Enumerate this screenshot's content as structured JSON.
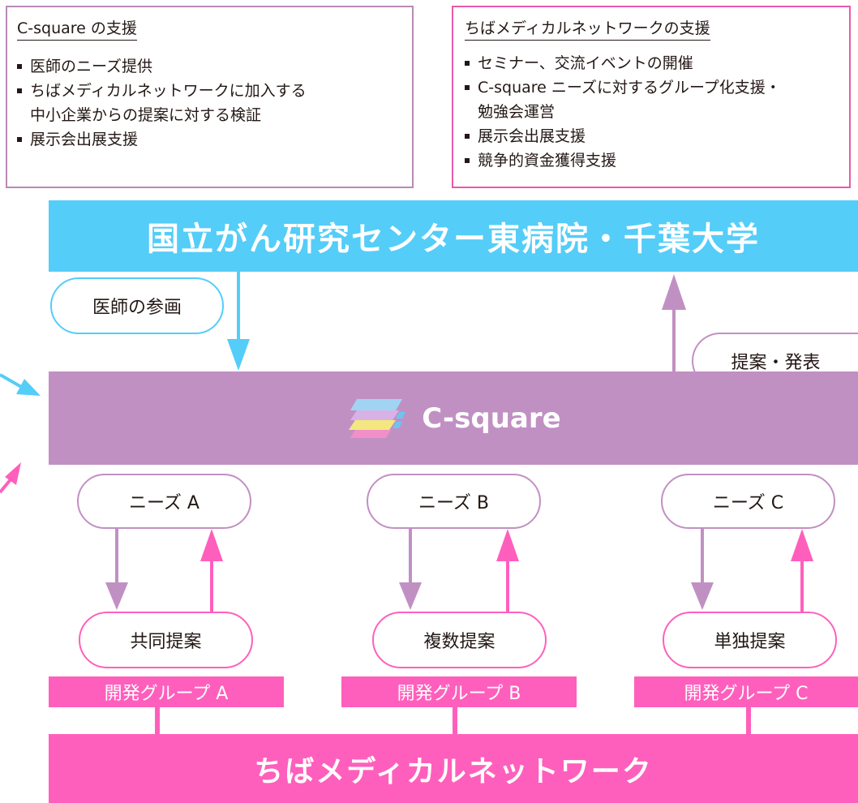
{
  "support_csquare": {
    "title": "C-square の支援",
    "items": [
      "医師のニーズ提供",
      "ちばメディカルネットワークに加入する\n中小企業からの提案に対する検証",
      "展示会出展支援"
    ]
  },
  "support_chiba": {
    "title": "ちばメディカルネットワークの支援",
    "items": [
      "セミナー、交流イベントの開催",
      "C-square ニーズに対するグループ化支援・\n勉強会運営",
      "展示会出展支援",
      "競争的資金獲得支援"
    ]
  },
  "institutions": "国立がん研究センター東病院・千葉大学",
  "doctor_participation": "医師の参画",
  "proposal_presentation": "提案・発表",
  "csquare_name": "C-square",
  "columns": [
    {
      "need": "ニーズ A",
      "proposal": "共同提案",
      "group": "開発グループ A"
    },
    {
      "need": "ニーズ B",
      "proposal": "複数提案",
      "group": "開発グループ B"
    },
    {
      "need": "ニーズ C",
      "proposal": "単独提案",
      "group": "開発グループ C"
    }
  ],
  "network": "ちばメディカルネットワーク",
  "colors": {
    "cyan": "#54cdf8",
    "purple": "#c190c3",
    "pink": "#ff5fbc",
    "box_border_purple": "#b98ab6",
    "box_border_pink": "#e75aa9"
  }
}
